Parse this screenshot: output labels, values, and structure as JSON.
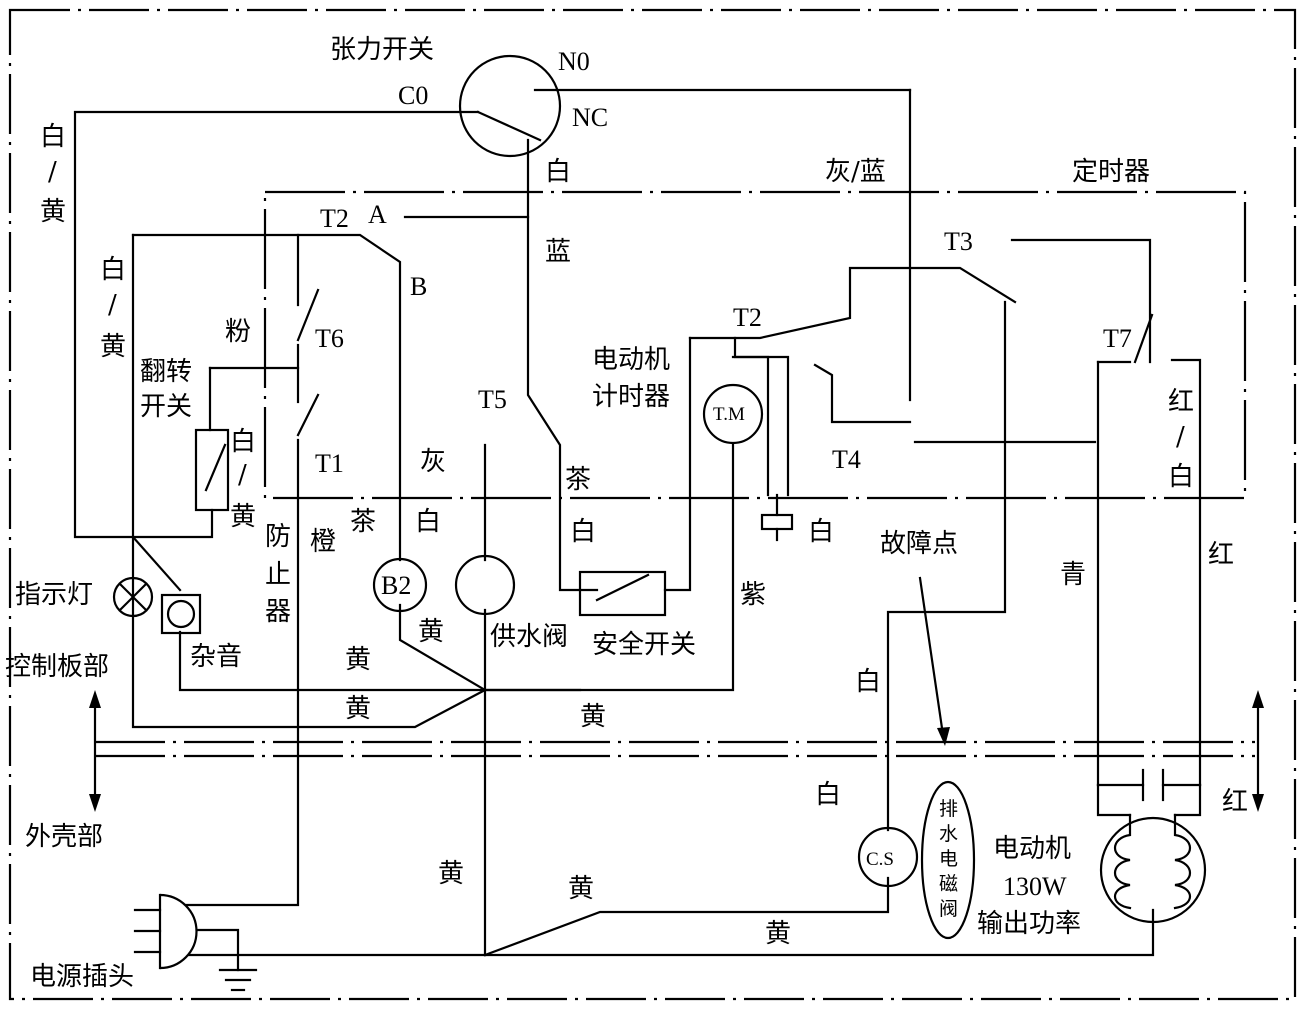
{
  "labels": {
    "tension_switch": "张力开关",
    "co": "C0",
    "no": "N0",
    "nc": "NC",
    "white_yellow_1a": "白",
    "white_yellow_1b": "/",
    "white_yellow_1c": "黄",
    "white_yellow_2a": "白",
    "white_yellow_2b": "/",
    "white_yellow_2c": "黄",
    "white_top": "白",
    "gray_blue": "灰/蓝",
    "timer": "定时器",
    "t2_top": "T2",
    "a": "A",
    "blue": "蓝",
    "b": "B",
    "t3": "T3",
    "pink": "粉",
    "t6": "T6",
    "t2_mid": "T2",
    "t7": "T7",
    "flip_switch_1": "翻转",
    "flip_switch_2": "开关",
    "motor_timer_1": "电动机",
    "motor_timer_2": "计时器",
    "red_white_a": "红",
    "red_white_b": "/",
    "red_white_c": "白",
    "t5": "T5",
    "tm": "T.M",
    "white_yellow_3a": "白",
    "white_yellow_3b": "/",
    "white_yellow_3c": "黄",
    "t1": "T1",
    "gray": "灰",
    "t4": "T4",
    "brown_right": "茶",
    "prevent_1": "防",
    "prevent_2": "止",
    "prevent_3": "器",
    "brown_left": "茶",
    "white_mid1": "白",
    "white_mid2": "白",
    "white_right": "白",
    "fault_point": "故障点",
    "orange": "橙",
    "red": "红",
    "indicator": "指示灯",
    "b2": "B2",
    "purple": "紫",
    "cyan": "青",
    "water_valve": "供水阀",
    "safety_switch": "安全开关",
    "yellow_1": "黄",
    "noise": "杂音",
    "yellow_2": "黄",
    "control_panel": "控制板部",
    "white_lower": "白",
    "yellow_3": "黄",
    "yellow_4": "黄",
    "housing": "外壳部",
    "red_lower": "红",
    "white_cs": "白",
    "cs": "C.S",
    "drain_1": "排",
    "drain_2": "水",
    "drain_3": "电",
    "drain_4": "磁",
    "drain_5": "阀",
    "motor_1": "电动机",
    "motor_2": "130W",
    "motor_3": "输出功率",
    "yellow_5": "黄",
    "yellow_6": "黄",
    "yellow_7": "黄",
    "power_plug": "电源插头"
  }
}
